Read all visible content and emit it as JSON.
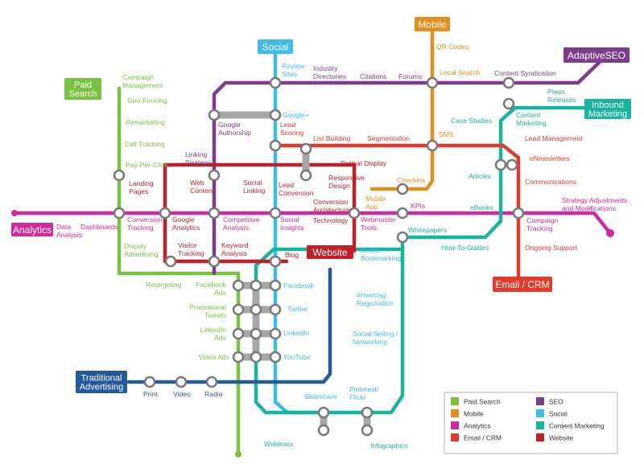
{
  "colors": {
    "paid_search": "#7cc242",
    "mobile": "#e48f1b",
    "analytics": "#cf2a9e",
    "email_crm": "#e23b2e",
    "seo": "#7d3c8c",
    "social": "#3fbde6",
    "content_marketing": "#18b59d",
    "website": "#c0202a",
    "traditional": "#245a9c",
    "station_ring": "#909090",
    "station_fill": "#ffffff"
  },
  "line_titles": {
    "paid_search": "Paid\nSearch",
    "mobile": "Mobile",
    "social": "Social",
    "seo": "AdaptiveSEO",
    "content": "Inbound\nMarketing",
    "analytics": "Analytics",
    "email": "Email / CRM",
    "website": "Website",
    "traditional": "Traditional\nAdvertising"
  },
  "stations": {
    "campaign_management": "Campaign\nManagement",
    "geo_fencing": "Geo-Fencing",
    "remarketing": "Remarketing",
    "call_tracking": "Call Tracking",
    "pay_per_click": "Pay-Per-Click",
    "landing_pages": "Landing\nPages",
    "conversion_tracking": "Conversion\nTracking",
    "display_advertising": "Display\nAdvertising",
    "retargeting": "Retargeting",
    "facebook_ads": "Facebook\nAds",
    "promotional_tweets": "Promotional\nTweets",
    "linkedin_ads": "LinkedIn\nAds",
    "video_ads": "Video Ads",
    "review_sites": "Review\nSites",
    "industry_directories": "Industry\nDirectories",
    "citations": "Citations",
    "forums": "Forums",
    "qr_codes": "QR Codes",
    "local_search": "Local Search",
    "content_syndication": "Content Syndication",
    "press_releases": "Press\nReleases",
    "content_marketing": "Content\nMarketing",
    "case_studies": "Case Studies",
    "google_plus": "Google+",
    "google_authorship": "Google\nAuthorship",
    "linking_strategy": "Linking\nStrategy",
    "lead_scoring": "Lead\nScoring",
    "list_building": "List Building",
    "segmentation": "Segmentation",
    "sms": "SMS",
    "lead_management": "Lead Management",
    "enewsletters": "eNewsletters",
    "communications": "Communications",
    "articles": "Articles",
    "web_content": "Web\nContent",
    "social_linking": "Social\nLinking",
    "lead_conversion": "Lead\nConversion",
    "retinal_display": "Retinal Display",
    "responsive_design": "Responsive\nDesign",
    "conversion_architecture": "Conversion\nArchitecture",
    "mobile_app": "Mobile\nApp",
    "checkins": "Checkins",
    "data_analysis": "Data\nAnalysis",
    "dashboards": "Dashboards",
    "google_analytics": "Google\nAnalytics",
    "competitive_analysis": "Competitive\nAnalysis",
    "social_insights": "Social\nInsights",
    "technology": "Technology",
    "webmaster_tools": "Webmaster\nTools",
    "kpis": "KPIs",
    "ebooks": "eBooks",
    "campaign_tracking": "Campaign\nTracking",
    "strategy_adjustments": "Strategy Adjustments\nand Modifications",
    "ongoing_support": "Ongoing Support",
    "whitepapers": "Whitepapers",
    "how_to_guides": "How-To-Guides",
    "visitor_tracking": "Visitor\nTracking",
    "keyword_analysis": "Keyword\nAnalysis",
    "blog": "Blog",
    "social_bookmarking": "Social\nBookmarking",
    "hashtag_registration": "#Hashtag\nRegistration",
    "social_selling": "Social Selling /\nNetworking",
    "facebook": "Facebook",
    "twitter": "Twitter",
    "linkedin": "LinkedIn",
    "youtube": "YouTube",
    "print": "Print",
    "video": "Video",
    "radio": "Radio",
    "slideshare": "Slideshare",
    "pinterest_flickr": "Pinterest/\nFlickr",
    "webinars": "Webinars",
    "infographics": "Infographics"
  },
  "legend": [
    {
      "label": "Paid Search",
      "color": "#7cc242"
    },
    {
      "label": "Mobile",
      "color": "#e48f1b"
    },
    {
      "label": "Analytics",
      "color": "#cf2a9e"
    },
    {
      "label": "Email / CRM",
      "color": "#e23b2e"
    },
    {
      "label": "SEO",
      "color": "#7d3c8c"
    },
    {
      "label": "Social",
      "color": "#3fbde6"
    },
    {
      "label": "Content Marketing",
      "color": "#18b59d"
    },
    {
      "label": "Website",
      "color": "#c0202a"
    }
  ]
}
